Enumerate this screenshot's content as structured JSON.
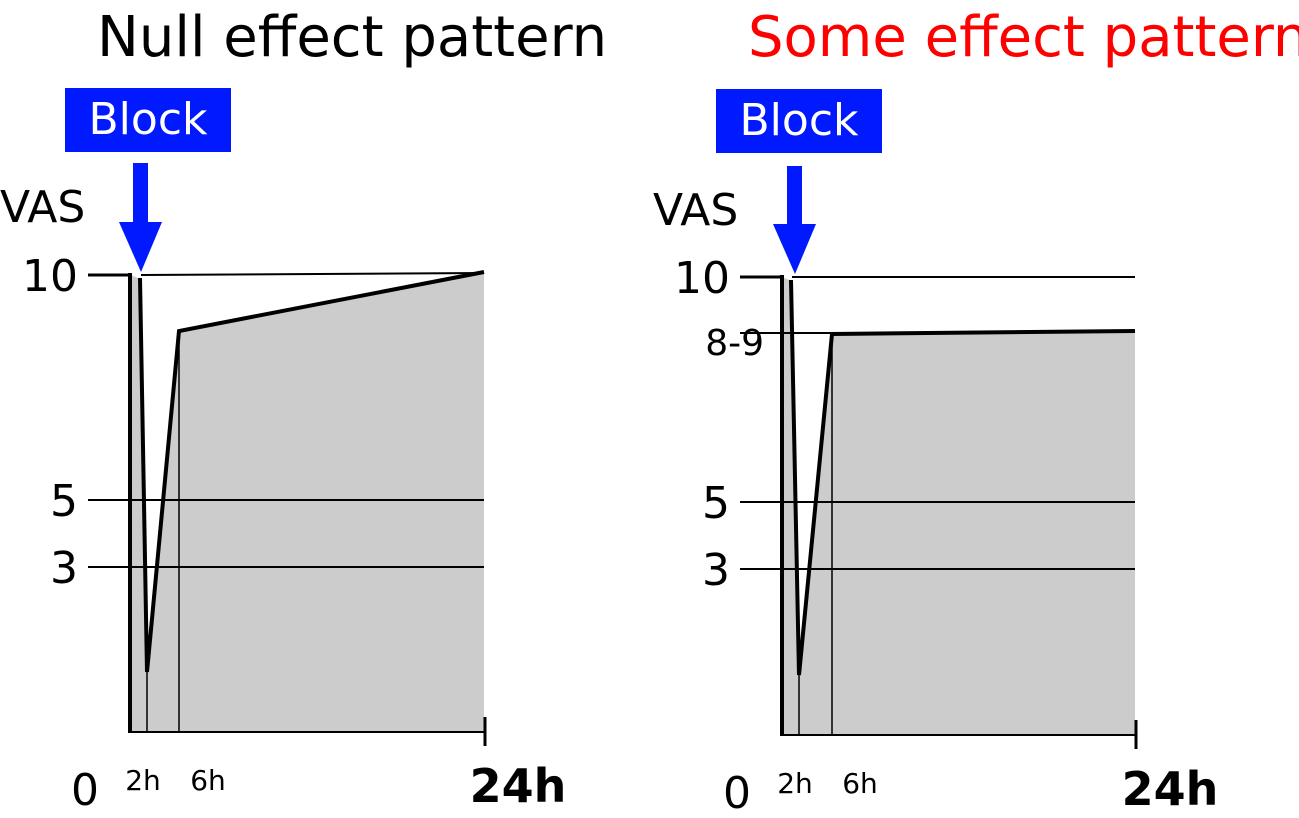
{
  "colors": {
    "block": "#0019ff",
    "highlight": "#ff0000",
    "fill": "#cccccc",
    "line": "#000000"
  },
  "panels": [
    {
      "title": "Null effect pattern",
      "title_color": "#000000",
      "block_label": "Block",
      "y_axis_label": "VAS",
      "y_ticks": [
        "10",
        "5",
        "3"
      ],
      "extra_y_tick": "",
      "x_ticks": {
        "zero": "0",
        "t2": "2h",
        "t6": "6h",
        "t24": "24h"
      }
    },
    {
      "title": "Some effect pattern",
      "title_color": "#ff0000",
      "block_label": "Block",
      "y_axis_label": "VAS",
      "y_ticks": [
        "10",
        "5",
        "3"
      ],
      "extra_y_tick": "8-9",
      "x_ticks": {
        "zero": "0",
        "t2": "2h",
        "t6": "6h",
        "t24": "24h"
      }
    }
  ]
}
